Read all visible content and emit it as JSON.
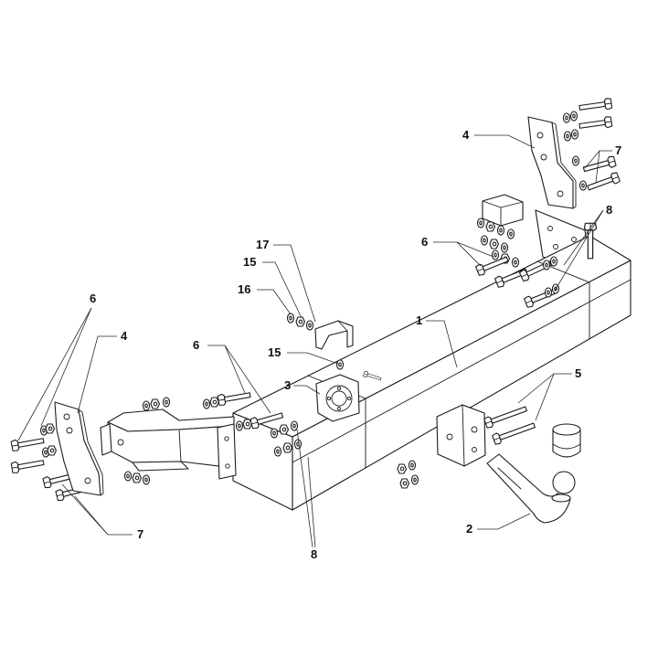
{
  "diagram": {
    "callouts": [
      "4",
      "7",
      "8",
      "6",
      "17",
      "15",
      "16",
      "1",
      "6",
      "4",
      "6",
      "15",
      "3",
      "5",
      "7",
      "2",
      "8"
    ]
  }
}
